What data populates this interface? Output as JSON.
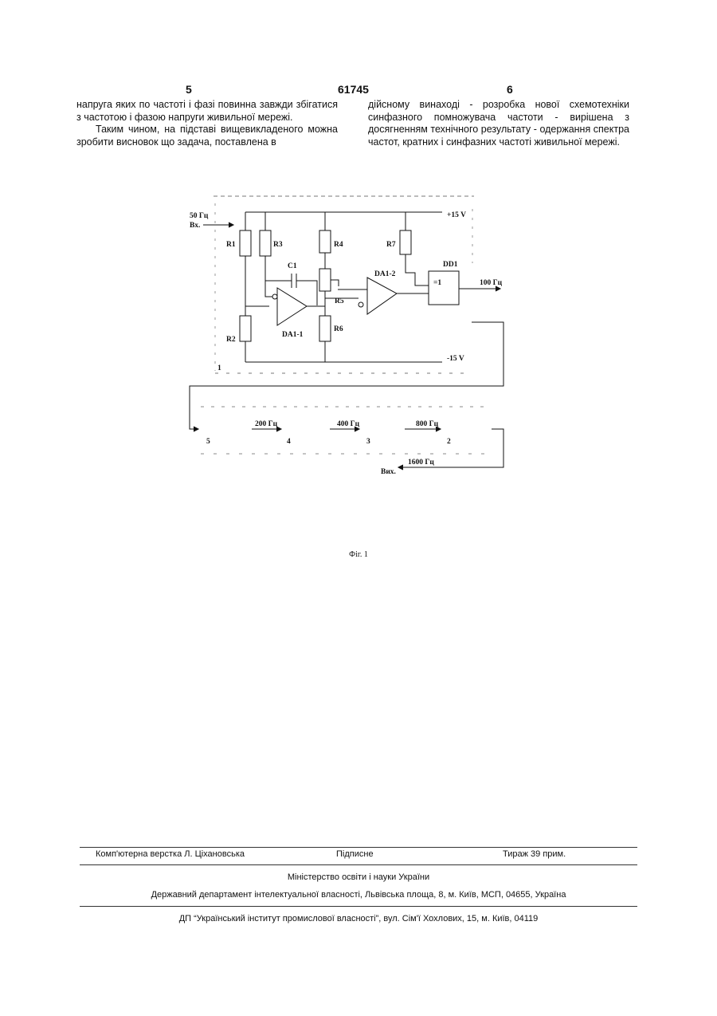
{
  "header": {
    "left_page": "5",
    "patent_number": "61745",
    "right_page": "6"
  },
  "body_text": {
    "left_p1": "напруга яких по частоті і фазі повинна завжди збігатися з частотою і фазою напруги живильної мережі.",
    "left_p2": "Таким чином, на підставі вищевикладеного можна зробити висновок що задача, поставлена в",
    "right_p1": "дійсному винаході - розробка нової схемотехніки синфазного помножувача частоти - вирішена з досягненням технічного результату - одержання спектра частот, кратних і синфазних частоті живильної мережі."
  },
  "diagram": {
    "input_freq": "50 Гц",
    "input_label": "Вх.",
    "vplus": "+15 V",
    "vminus": "-15 V",
    "r1": "R1",
    "r2": "R2",
    "r3": "R3",
    "r4": "R4",
    "r5": "R5",
    "r6": "R6",
    "r7": "R7",
    "c1": "C1",
    "opamp1": "DA1-1",
    "opamp2": "DA1-2",
    "logic": "DD1",
    "logic_symbol": "=1",
    "out_freq_1": "100 Гц",
    "block_1": "1",
    "block_5": "5",
    "block_4": "4",
    "block_3": "3",
    "block_2": "2",
    "freq_200": "200 Гц",
    "freq_400": "400 Гц",
    "freq_800": "800 Гц",
    "freq_1600": "1600 Гц",
    "output_label": "Вих."
  },
  "caption": "Фіг. 1",
  "footer": {
    "layout": "Комп'ютерна верстка Л. Ціхановська",
    "signed": "Підписне",
    "circulation": "Тираж 39 прим.",
    "ministry": "Міністерство освіти і науки України",
    "department": "Державний департамент інтелектуальної власності, Львівська площа, 8, м. Київ, МСП, 04655, Україна",
    "institute": "ДП “Український інститут промислової власності”, вул. Сім'ї Хохлових, 15, м. Київ, 04119"
  }
}
